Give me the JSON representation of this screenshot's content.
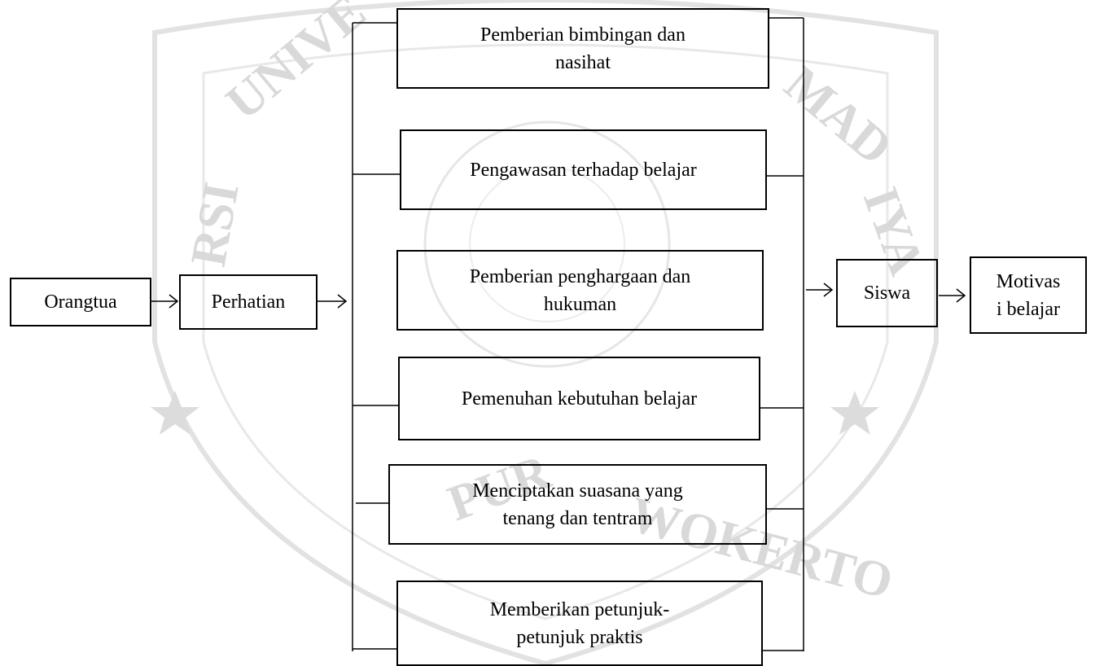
{
  "watermark": {
    "seal_text": [
      "UNIVERSITAS MUHAMMADIYAH",
      "PURWOKERTO"
    ],
    "color": "#d9d9d9"
  },
  "diagram": {
    "source": "Orangtua",
    "attention": "Perhatian",
    "forms": [
      "Pemberian bimbingan dan\nnasihat",
      "Pengawasan terhadap belajar",
      "Pemberian penghargaan dan\nhukuman",
      "Pemenuhan kebutuhan belajar",
      "Menciptakan suasana yang\ntenang dan tentram",
      "Memberikan petunjuk-\npetunjuk praktis"
    ],
    "target": "Siswa",
    "outcome": "Motivas\ni belajar"
  }
}
